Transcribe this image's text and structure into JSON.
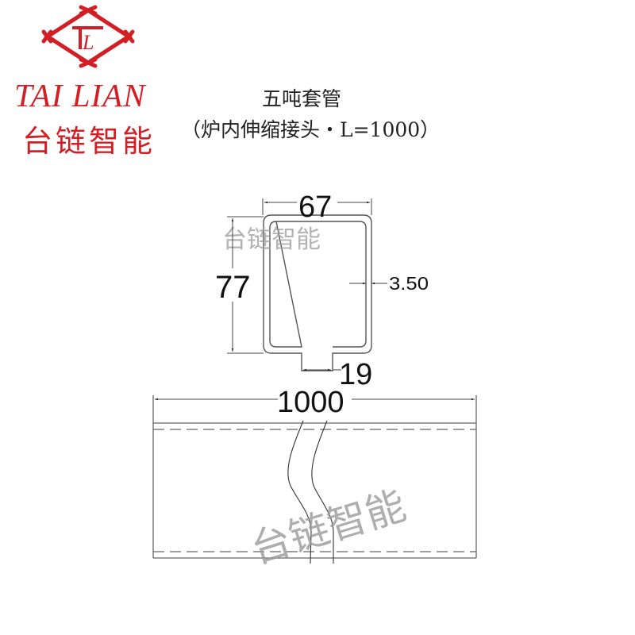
{
  "brand": {
    "logo_letters": "TL",
    "name_en": "TAI LIAN",
    "name_cn": "台链智能",
    "color": "#d21f26"
  },
  "title": {
    "line1": "五吨套管",
    "line2": "（炉内伸缩接头・L=1000）"
  },
  "profile_view": {
    "width_label": "67",
    "height_label": "77",
    "wall_thickness_label": "3.50",
    "slot_width_label": "19",
    "watermark": "台链智能"
  },
  "side_view": {
    "length_label": "1000",
    "watermark": "台链智能"
  },
  "colors": {
    "line": "#555555",
    "dimension_text": "#111111",
    "watermark": "#9a9a9a"
  }
}
